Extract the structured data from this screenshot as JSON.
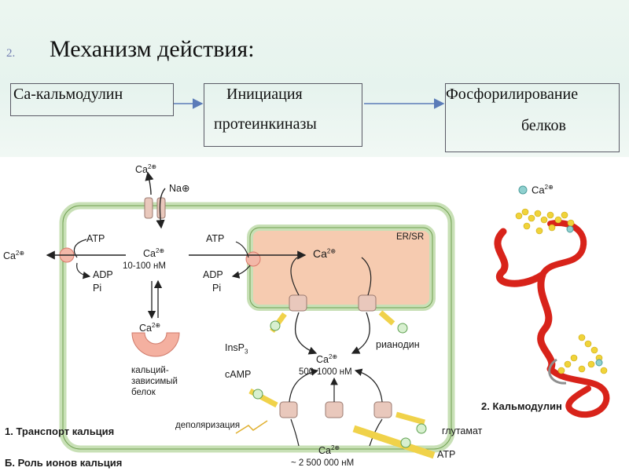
{
  "header": {
    "number": "2.",
    "title": "Механизм действия:"
  },
  "flow": {
    "box1": "Са-кальмодулин",
    "box2_line1": "Инициация",
    "box2_line2": "протеинкиназы",
    "box3_line1": "Фосфорилирование",
    "box3_line2": "белков"
  },
  "cell": {
    "ca_out_top": "Ca",
    "ca_out_top_charge": "2⊕",
    "na": "Na⊕",
    "ca_left": "Ca",
    "ca_left_charge": "2⊕",
    "atp_left": "ATP",
    "adp_left": "ADP",
    "pi_left": "Pi",
    "ca_cyt": "Ca",
    "ca_cyt_charge": "2⊕",
    "ca_cyt_conc": "10-100 нМ",
    "atp_mid": "ATP",
    "adp_mid": "ADP",
    "pi_mid": "Pi",
    "er_label": "ER/SR",
    "ca_er": "Ca",
    "ca_er_charge": "2⊕",
    "ca_bound": "Ca",
    "ca_bound_charge": "2⊕",
    "ca_protein_1": "кальций-",
    "ca_protein_2": "зависимый",
    "ca_protein_3": "белок",
    "insp3": "InsP",
    "insp3_sub": "3",
    "ryanodine": "рианодин",
    "ca_center": "Ca",
    "ca_center_charge": "2⊕",
    "ca_center_conc": "500-1000 нМ",
    "camp": "cAMP",
    "depolarization": "деполяризация",
    "glutamate": "глутамат",
    "atp_bottom": "ATP",
    "ca_bottom": "Ca",
    "ca_bottom_charge": "2⊕",
    "ca_bottom_conc": "~ 2 500 000 нМ"
  },
  "captions": {
    "caption1": "1. Транспорт кальция",
    "captionB": "Б. Роль ионов кальция",
    "calmodulin": "2. Кальмодулин",
    "ca_legend": "Ca",
    "ca_legend_charge": "2⊕"
  },
  "colors": {
    "membrane": "#c8e0b6",
    "membrane_edge": "#6fa050",
    "er_fill": "#f6cbb0",
    "channel": "#e9c8bc",
    "activator_arrow": "#f0d24a",
    "protein": "#f4b0a0",
    "helix": "#d8231a",
    "calcium_dot": "#8fd0cf"
  }
}
